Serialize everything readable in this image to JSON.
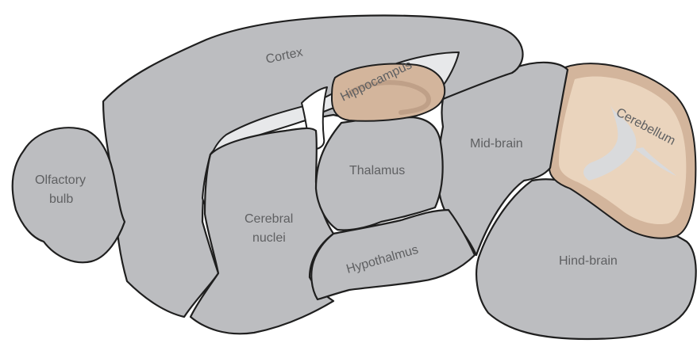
{
  "labels": {
    "olfactory_line1": "Olfactory",
    "olfactory_line2": "bulb",
    "cortex": "Cortex",
    "hippocampus": "Hippocampus",
    "cerebral_line1": "Cerebral",
    "cerebral_line2": "nuclei",
    "thalamus": "Thalamus",
    "hypothalmus": "Hypothalmus",
    "midbrain": "Mid-brain",
    "cerebellum": "Cerebellum",
    "hindbrain": "Hind-brain"
  },
  "colors": {
    "region_gray": "#bcbdc0",
    "ventricle_light": "#e7e8ea",
    "hippocampus_tan": "#d3b59c",
    "cerebellum_cream": "#ead4bd",
    "label_text": "#5f6062",
    "outline": "#1f1f1f"
  }
}
